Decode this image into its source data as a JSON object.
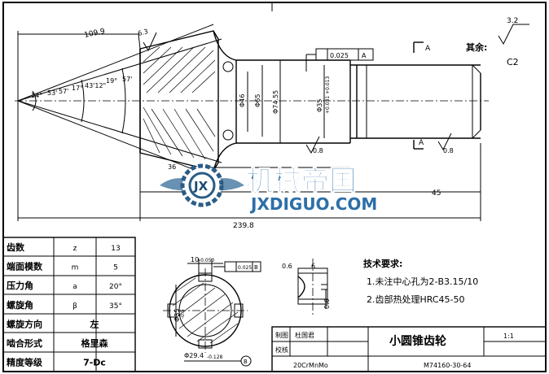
{
  "top_right": {
    "roughness_symbol_value": "3.2",
    "rest_label": "其余:",
    "chamfer": "C2"
  },
  "section_marks": {
    "a_top": "A",
    "a_bottom": "A"
  },
  "tolerance_top": {
    "value": "0.025",
    "datum": "A"
  },
  "main_view_dims": {
    "cone_length": "109.9",
    "roughness_cone": "6.3",
    "angle_1": "14°",
    "angle_2": "53'",
    "angle_3": "57'",
    "angle_4": "17°",
    "angle_5": "43'12\"",
    "angle_6": "19°",
    "angle_7": "57'",
    "dia_46": "Φ46",
    "dia_65": "Φ65",
    "dia_74": "Φ74.55",
    "dia_35": "Φ35",
    "dia_35_tol": "+0.031 +0.013",
    "roughness_a": "0.8",
    "roughness_b": "0.8",
    "dim_36": "36",
    "dim_45": "45",
    "overall_length": "239.8"
  },
  "params": {
    "rows": [
      {
        "name": "齿数",
        "symbol": "z",
        "value": "13"
      },
      {
        "name": "端面模数",
        "symbol": "m",
        "value": "5"
      },
      {
        "name": "压力角",
        "symbol": "a",
        "value": "20°"
      },
      {
        "name": "螺旋角",
        "symbol": "β",
        "value": "35°"
      },
      {
        "name": "螺旋方向",
        "symbol": "",
        "value": "左"
      },
      {
        "name": "啮合形式",
        "symbol": "",
        "value": "格里森"
      },
      {
        "name": "精度等级",
        "symbol": "",
        "value": "7-Dc"
      }
    ]
  },
  "section_view": {
    "label_width": "10",
    "label_width_tol": "-0.050",
    "tolerance_sym": "0.025",
    "tolerance_datum": "B",
    "dia_35": "Φ35",
    "dia_35_sub": "-0.5",
    "dia_29": "Φ29.4",
    "dia_29_sub": "-0.128",
    "datum_b": "B"
  },
  "detail_view": {
    "dim_a": "0.6",
    "dim_b": "6",
    "dim_c": "0.6"
  },
  "tech_requirements": {
    "title": "技术要求:",
    "item_1": "1.未注中心孔为2-B3.15/10",
    "item_2": "2.齿部热处理HRC45-50"
  },
  "title_block": {
    "drawn_label": "制图",
    "drawn_by": "杜国君",
    "checked_label": "校核",
    "part_name": "小圆锥齿轮",
    "scale": "1:1",
    "material": "20CrMnMo",
    "drawing_number": "M74160-30-64"
  },
  "watermark": {
    "text_cn": "机械帝国",
    "text_en": "JXDIGUO.COM",
    "logo_text": "JX"
  }
}
